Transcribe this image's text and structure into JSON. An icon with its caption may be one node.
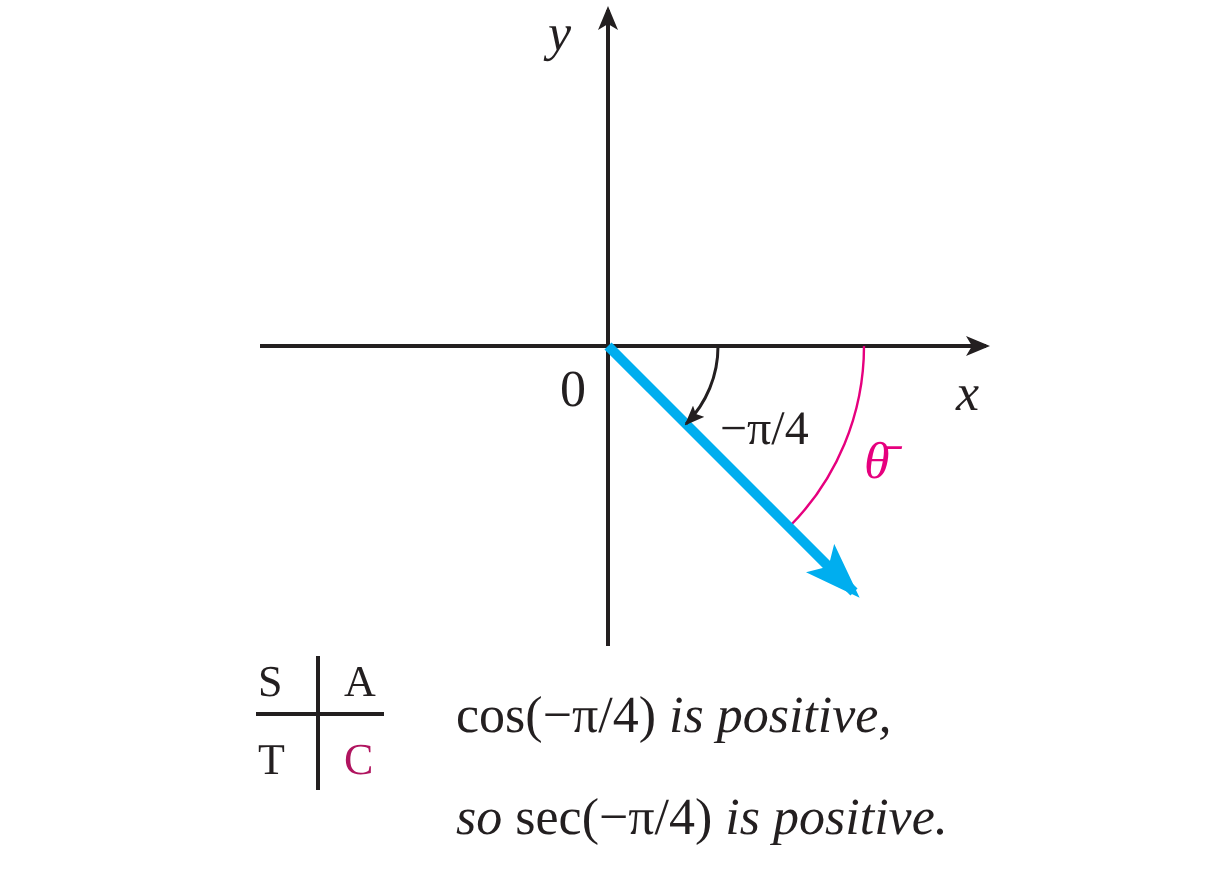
{
  "diagram": {
    "labels": [
      "y",
      "x",
      "0",
      "−π/4",
      "θ̄",
      "S",
      "A",
      "T",
      "C",
      "cos(−π/4) *is positive,*",
      "*so* sec(−π/4) *is positive.*"
    ]
  }
}
